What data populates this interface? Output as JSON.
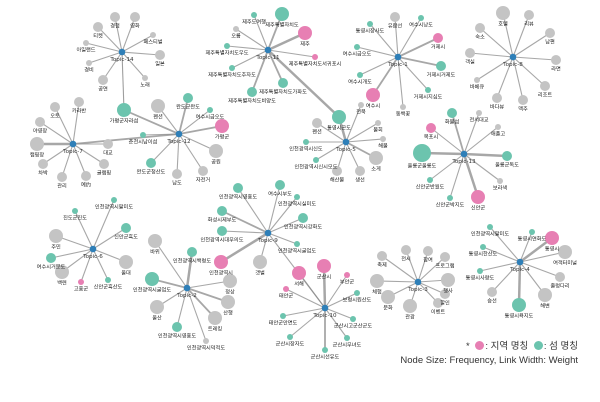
{
  "colors": {
    "general": "#c4c4c4",
    "region": "#e77fb3",
    "island": "#6cc4ae",
    "topic": "#2e7fb8",
    "edge": "#8a8a8a"
  },
  "legend": {
    "marker": "*",
    "region_label": ": 지역 명칭",
    "island_label": ": 섬 명칭",
    "note": "Node Size: Frequency, Link Width: Weight"
  },
  "topics": [
    {
      "label": "Topic-14",
      "nodes": [
        [
          "경험",
          "g",
          2,
          1
        ],
        [
          "영화",
          "g",
          2,
          1
        ],
        [
          "티켓",
          "g",
          2,
          1
        ],
        [
          "페스티벌",
          "g",
          1,
          1
        ],
        [
          "아일랜드",
          "g",
          1,
          1
        ],
        [
          "일본",
          "g",
          2,
          1
        ],
        [
          "경비",
          "g",
          1,
          1
        ],
        [
          "노래",
          "g",
          1,
          1
        ],
        [
          "공연",
          "g",
          2,
          1
        ],
        [
          "가평군자라섬",
          "i",
          3,
          1
        ]
      ]
    },
    {
      "label": "Topic-11",
      "nodes": [
        [
          "제주도여행",
          "i",
          1,
          1
        ],
        [
          "제주특별자치도",
          "i",
          3,
          2
        ],
        [
          "오름",
          "g",
          1,
          1
        ],
        [
          "제주",
          "r",
          3,
          3
        ],
        [
          "제주특별자치도우도",
          "i",
          1,
          1
        ],
        [
          "제주특별자치도서귀포시",
          "r",
          1,
          1
        ],
        [
          "제주특별자치도추자도",
          "i",
          1,
          1
        ],
        [
          "제주특별자치도가파도",
          "i",
          2,
          2
        ],
        [
          "제주특별자치도비양도",
          "i",
          2,
          2
        ]
      ]
    },
    {
      "label": "Topic-1",
      "nodes": [
        [
          "유람선",
          "g",
          2,
          1
        ],
        [
          "통영시장사도",
          "i",
          1,
          1
        ],
        [
          "여수시낭도",
          "i",
          1,
          1
        ],
        [
          "거제시",
          "r",
          2,
          2
        ],
        [
          "여수시금오도",
          "i",
          1,
          1
        ],
        [
          "거제시거제도",
          "i",
          2,
          2
        ],
        [
          "여수시개도",
          "i",
          1,
          1
        ],
        [
          "거제시지심도",
          "i",
          1,
          1
        ],
        [
          "여수시",
          "r",
          3,
          2
        ],
        [
          "동백꽃",
          "g",
          1,
          1
        ]
      ]
    },
    {
      "label": "Topic-8",
      "nodes": [
        [
          "호텔",
          "g",
          3,
          1
        ],
        [
          "리뷰",
          "g",
          2,
          1
        ],
        [
          "숙소",
          "g",
          2,
          1
        ],
        [
          "남편",
          "g",
          2,
          1
        ],
        [
          "객실",
          "g",
          2,
          1
        ],
        [
          "라면",
          "g",
          2,
          1
        ],
        [
          "바베큐",
          "g",
          1,
          1
        ],
        [
          "리조트",
          "g",
          2,
          1
        ],
        [
          "바다뷰",
          "g",
          2,
          1
        ],
        [
          "맥주",
          "g",
          2,
          1
        ]
      ]
    },
    {
      "label": "Topic-7",
      "nodes": [
        [
          "오토",
          "g",
          2,
          1
        ],
        [
          "카라반",
          "g",
          2,
          1
        ],
        [
          "야영장",
          "g",
          2,
          1
        ],
        [
          "캠핑장",
          "g",
          3,
          3
        ],
        [
          "대교",
          "g",
          2,
          1
        ],
        [
          "차박",
          "g",
          2,
          1
        ],
        [
          "글램핑",
          "g",
          2,
          1
        ],
        [
          "관리",
          "g",
          2,
          1
        ],
        [
          "예约",
          "g",
          2,
          1
        ]
      ]
    },
    {
      "label": "Topic-12",
      "nodes": [
        [
          "펜션",
          "g",
          3,
          1
        ],
        [
          "완도군완도",
          "i",
          2,
          2
        ],
        [
          "여수시금오도",
          "i",
          1,
          1
        ],
        [
          "가평군",
          "r",
          3,
          2
        ],
        [
          "춘천시남이섬",
          "i",
          1,
          1
        ],
        [
          "공원",
          "g",
          3,
          1
        ],
        [
          "완도군청산도",
          "i",
          2,
          1
        ],
        [
          "남도",
          "g",
          2,
          1
        ],
        [
          "자전거",
          "g",
          2,
          1
        ]
      ]
    },
    {
      "label": "Topic-5",
      "nodes": [
        [
          "통영시곤도",
          "i",
          3,
          3
        ],
        [
          "전북",
          "g",
          1,
          1
        ],
        [
          "펜션",
          "g",
          2,
          1
        ],
        [
          "물회",
          "g",
          1,
          1
        ],
        [
          "인천광역시신도",
          "i",
          1,
          1
        ],
        [
          "해물",
          "g",
          1,
          1
        ],
        [
          "인천광역시신시모도",
          "i",
          1,
          1
        ],
        [
          "소게",
          "g",
          3,
          2
        ],
        [
          "해산물",
          "g",
          2,
          1
        ],
        [
          "생선",
          "g",
          2,
          1
        ]
      ]
    },
    {
      "label": "Topic-13",
      "nodes": [
        [
          "화물섬",
          "i",
          2,
          2
        ],
        [
          "전서대교",
          "g",
          1,
          1
        ],
        [
          "목포시",
          "r",
          2,
          1
        ],
        [
          "애플고",
          "g",
          1,
          1
        ],
        [
          "울릉군울릉도",
          "i",
          4,
          3
        ],
        [
          "울릉군독도",
          "i",
          2,
          3
        ],
        [
          "신안군반월도",
          "i",
          1,
          1
        ],
        [
          "보라색",
          "g",
          1,
          1
        ],
        [
          "신안군박지도",
          "i",
          1,
          1
        ],
        [
          "신안군",
          "r",
          3,
          3
        ]
      ]
    },
    {
      "label": "Topic-6",
      "nodes": [
        [
          "진도군진도",
          "i",
          1,
          1
        ],
        [
          "인천광역시팔미도",
          "i",
          1,
          1
        ],
        [
          "주민",
          "g",
          3,
          1
        ],
        [
          "신안군흑도",
          "i",
          2,
          1
        ],
        [
          "여수시거문도",
          "i",
          2,
          1
        ],
        [
          "울대",
          "g",
          3,
          1
        ],
        [
          "백련",
          "g",
          3,
          1
        ],
        [
          "고흥군",
          "r",
          1,
          1
        ],
        [
          "신안군흑산도",
          "i",
          1,
          1
        ]
      ]
    },
    {
      "label": "Topic-9",
      "nodes": [
        [
          "인천광역시영흥도",
          "i",
          2,
          1
        ],
        [
          "여수시부도",
          "i",
          2,
          1
        ],
        [
          "인천광역시실미도",
          "i",
          1,
          1
        ],
        [
          "화성시제부도",
          "i",
          2,
          2
        ],
        [
          "인천광역시강화도",
          "i",
          2,
          1
        ],
        [
          "인천광역시대무의도",
          "i",
          2,
          1
        ],
        [
          "인천광역시굴업도",
          "i",
          1,
          1
        ],
        [
          "인천광역시",
          "r",
          3,
          3
        ],
        [
          "갯벌",
          "g",
          3,
          1
        ]
      ]
    },
    {
      "label": "Topic-2",
      "nodes": [
        [
          "바위",
          "g",
          3,
          1
        ],
        [
          "인천광역시백령도",
          "i",
          2,
          3
        ],
        [
          "인천광역시굴업도",
          "i",
          3,
          2
        ],
        [
          "정상",
          "g",
          3,
          1
        ],
        [
          "산행",
          "g",
          3,
          2
        ],
        [
          "울산",
          "g",
          3,
          1
        ],
        [
          "트레킹",
          "g",
          3,
          2
        ],
        [
          "인천광역시영흥도",
          "i",
          2,
          1
        ],
        [
          "인천광역시덕적도",
          "g",
          1,
          1
        ]
      ]
    },
    {
      "label": "Topic-10",
      "nodes": [
        [
          "군산시",
          "r",
          3,
          3
        ],
        [
          "부안군",
          "r",
          1,
          1
        ],
        [
          "서해",
          "r",
          3,
          1
        ],
        [
          "태안군",
          "r",
          1,
          1
        ],
        [
          "보령시원산도",
          "i",
          1,
          1
        ],
        [
          "태안군안면도",
          "i",
          1,
          1
        ],
        [
          "군산시고군산군도",
          "i",
          1,
          1
        ],
        [
          "군산시장자도",
          "i",
          1,
          1
        ],
        [
          "군산시선유도",
          "i",
          1,
          2
        ],
        [
          "군산시무녀도",
          "i",
          1,
          1
        ]
      ]
    },
    {
      "label": "Topic-3",
      "nodes": [
        [
          "전시",
          "g",
          2,
          1
        ],
        [
          "참여",
          "g",
          2,
          1
        ],
        [
          "축제",
          "g",
          2,
          1
        ],
        [
          "프로그램",
          "g",
          2,
          1
        ],
        [
          "체험",
          "g",
          3,
          1
        ],
        [
          "행사",
          "g",
          3,
          1
        ],
        [
          "할인",
          "g",
          2,
          1
        ],
        [
          "문화",
          "g",
          3,
          1
        ],
        [
          "관광",
          "g",
          3,
          1
        ],
        [
          "이벤트",
          "g",
          2,
          1
        ]
      ]
    },
    {
      "label": "Topic-4",
      "nodes": [
        [
          "통영시연화도",
          "i",
          1,
          1
        ],
        [
          "인천광역시팔미도",
          "i",
          1,
          1
        ],
        [
          "통영시",
          "r",
          3,
          3
        ],
        [
          "통영시한산도",
          "i",
          1,
          1
        ],
        [
          "여객터미널",
          "g",
          3,
          1
        ],
        [
          "통영시사량도",
          "i",
          1,
          1
        ],
        [
          "출렁다리",
          "g",
          2,
          1
        ],
        [
          "승선",
          "g",
          2,
          1
        ],
        [
          "통영시욕지도",
          "i",
          3,
          3
        ],
        [
          "해변",
          "g",
          3,
          1
        ]
      ]
    }
  ]
}
